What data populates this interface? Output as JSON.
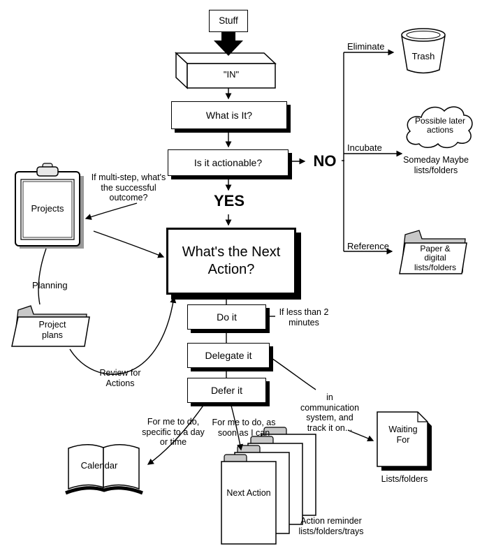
{
  "flow": {
    "stuff": "Stuff",
    "in_label": "\"IN\"",
    "what_is_it": "What is It?",
    "actionable": "Is it actionable?",
    "no": "NO",
    "yes": "YES",
    "next_action_question": "What's the Next Action?",
    "do_it": "Do it",
    "delegate_it": "Delegate it",
    "defer_it": "Defer it"
  },
  "right_branch": {
    "eliminate": "Eliminate",
    "trash": "Trash",
    "incubate": "Incubate",
    "possible_later": "Possible later actions",
    "someday_maybe": "Someday Maybe lists/folders",
    "reference": "Reference",
    "paper_digital": "Paper & digital lists/folders"
  },
  "left_branch": {
    "projects": "Projects",
    "multi_step_note": "If multi-step, what's the successful outcome?",
    "planning": "Planning",
    "project_plans": "Project plans",
    "review_for_actions": "Review for Actions"
  },
  "bottom": {
    "two_minutes_note": "If less than 2 minutes",
    "comm_note": "in communication system, and track it on...",
    "waiting_for": "Waiting For",
    "waiting_lists": "Lists/folders",
    "calendar": "Calendar",
    "calendar_note": "For me to do, specific to a day or time",
    "asap_note": "For me to do, as soon as I can",
    "next_action": "Next Action",
    "reminder_note": "Action reminder lists/folders/trays"
  },
  "colors": {
    "ink": "#000000",
    "paper": "#ffffff",
    "tab_gray": "#c8c8c8",
    "shadow_gray": "#999999"
  }
}
